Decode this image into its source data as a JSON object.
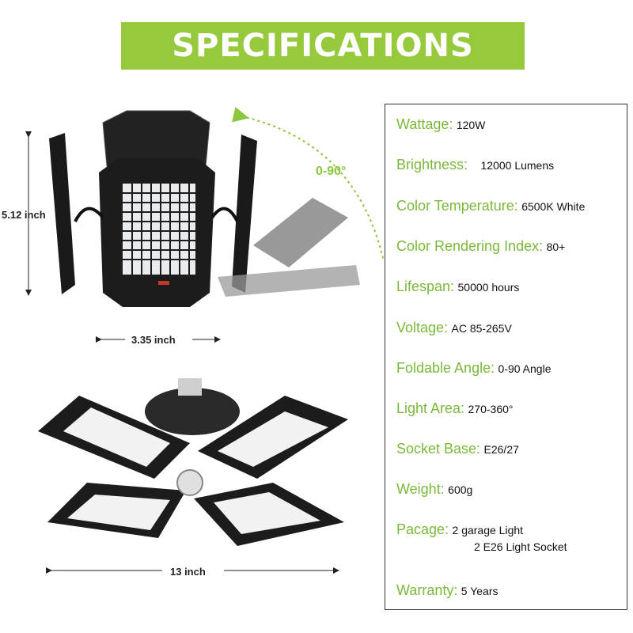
{
  "banner": {
    "title": "SPECIFICATIONS"
  },
  "dimensions": {
    "height": "5.12 inch",
    "width": "3.35 inch",
    "span": "13 inch",
    "angle": "0-90°"
  },
  "specs": [
    {
      "key": "Wattage:",
      "value": "120W"
    },
    {
      "key": "Brightness:",
      "value": "12000 Lumens"
    },
    {
      "key": "Color Temperature:",
      "value": "6500K White"
    },
    {
      "key": "Color Rendering Index:",
      "value": "80+"
    },
    {
      "key": "Lifespan:",
      "value": "50000 hours"
    },
    {
      "key": "Voltage:",
      "value": "AC 85-265V"
    },
    {
      "key": "Foldable Angle:",
      "value": "0-90 Angle"
    },
    {
      "key": "Light Area:",
      "value": "270-360°"
    },
    {
      "key": "Socket Base:",
      "value": "E26/27"
    },
    {
      "key": "Weight:",
      "value": "600g"
    },
    {
      "key": "Pacage:",
      "value": "2 garage Light",
      "value2": "2 E26 Light Socket"
    },
    {
      "key": "Warranty:",
      "value": "5 Years"
    }
  ],
  "colors": {
    "accent": "#97c93d",
    "label_green": "#7ab83b",
    "border": "#333333"
  }
}
